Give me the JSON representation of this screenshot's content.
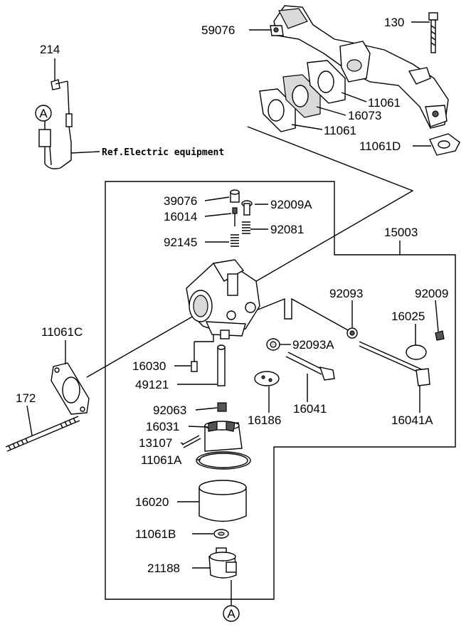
{
  "labels": {
    "l59076": "59076",
    "l130": "130",
    "l214": "214",
    "l11061_a": "11061",
    "l16073": "16073",
    "l11061_b": "11061",
    "l11061D": "11061D",
    "ref": "Ref.Electric equipment",
    "conn_top": "A",
    "l39076": "39076",
    "l92009A": "92009A",
    "l16014": "16014",
    "l92081": "92081",
    "l92145": "92145",
    "l15003": "15003",
    "l92093": "92093",
    "l92009": "92009",
    "l16025": "16025",
    "l11061C": "11061C",
    "l92093A": "92093A",
    "l16030": "16030",
    "l49121": "49121",
    "l16186": "16186",
    "l16041": "16041",
    "l16041A": "16041A",
    "l172": "172",
    "l92063": "92063",
    "l16031": "16031",
    "l13107": "13107",
    "l11061A": "11061A",
    "l16020": "16020",
    "l11061B": "11061B",
    "l21188": "21188",
    "conn_bottom": "A"
  }
}
